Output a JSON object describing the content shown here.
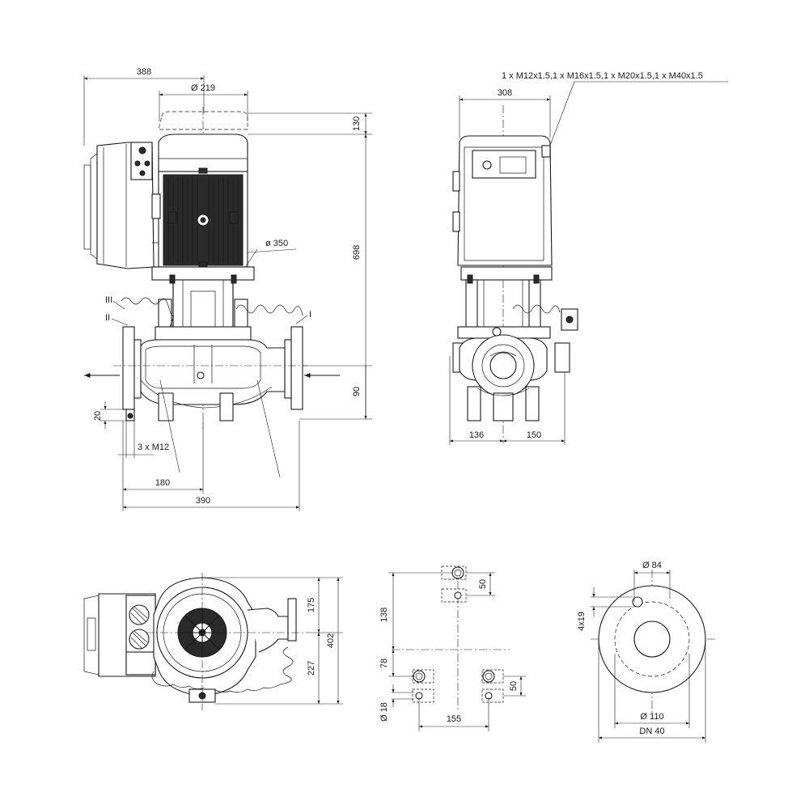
{
  "colors": {
    "line": "#1a1a1a",
    "background": "#ffffff",
    "fill_dark": "#2a2a2a"
  },
  "front_view": {
    "dim_388": "388",
    "dim_dia219": "Ø 219",
    "dim_130": "130",
    "dim_698": "698",
    "dim_dia350": "ø 350",
    "dim_90": "90",
    "dim_20": "20",
    "dim_3xm12": "3 x M12",
    "dim_180": "180",
    "dim_390": "390",
    "label_III": "III",
    "label_II": "II",
    "label_I": "I"
  },
  "side_view": {
    "cable_glands": "1 x M12x1.5,1 x M16x1.5,1 x M20x1.5,1 x M40x1.5",
    "dim_308": "308",
    "dim_136": "136",
    "dim_150": "150"
  },
  "top_view": {
    "dim_175": "175",
    "dim_402": "402",
    "dim_227": "227"
  },
  "foot_plan": {
    "dim_138": "138",
    "dim_78": "78",
    "dim_50_top": "50",
    "dim_50_bottom": "50",
    "dim_dia18": "Ø 18",
    "dim_155": "155"
  },
  "flange": {
    "dim_dia84": "Ø 84",
    "dim_4x19": "4x19",
    "dim_dia110": "Ø 110",
    "dim_dn40": "DN 40"
  }
}
